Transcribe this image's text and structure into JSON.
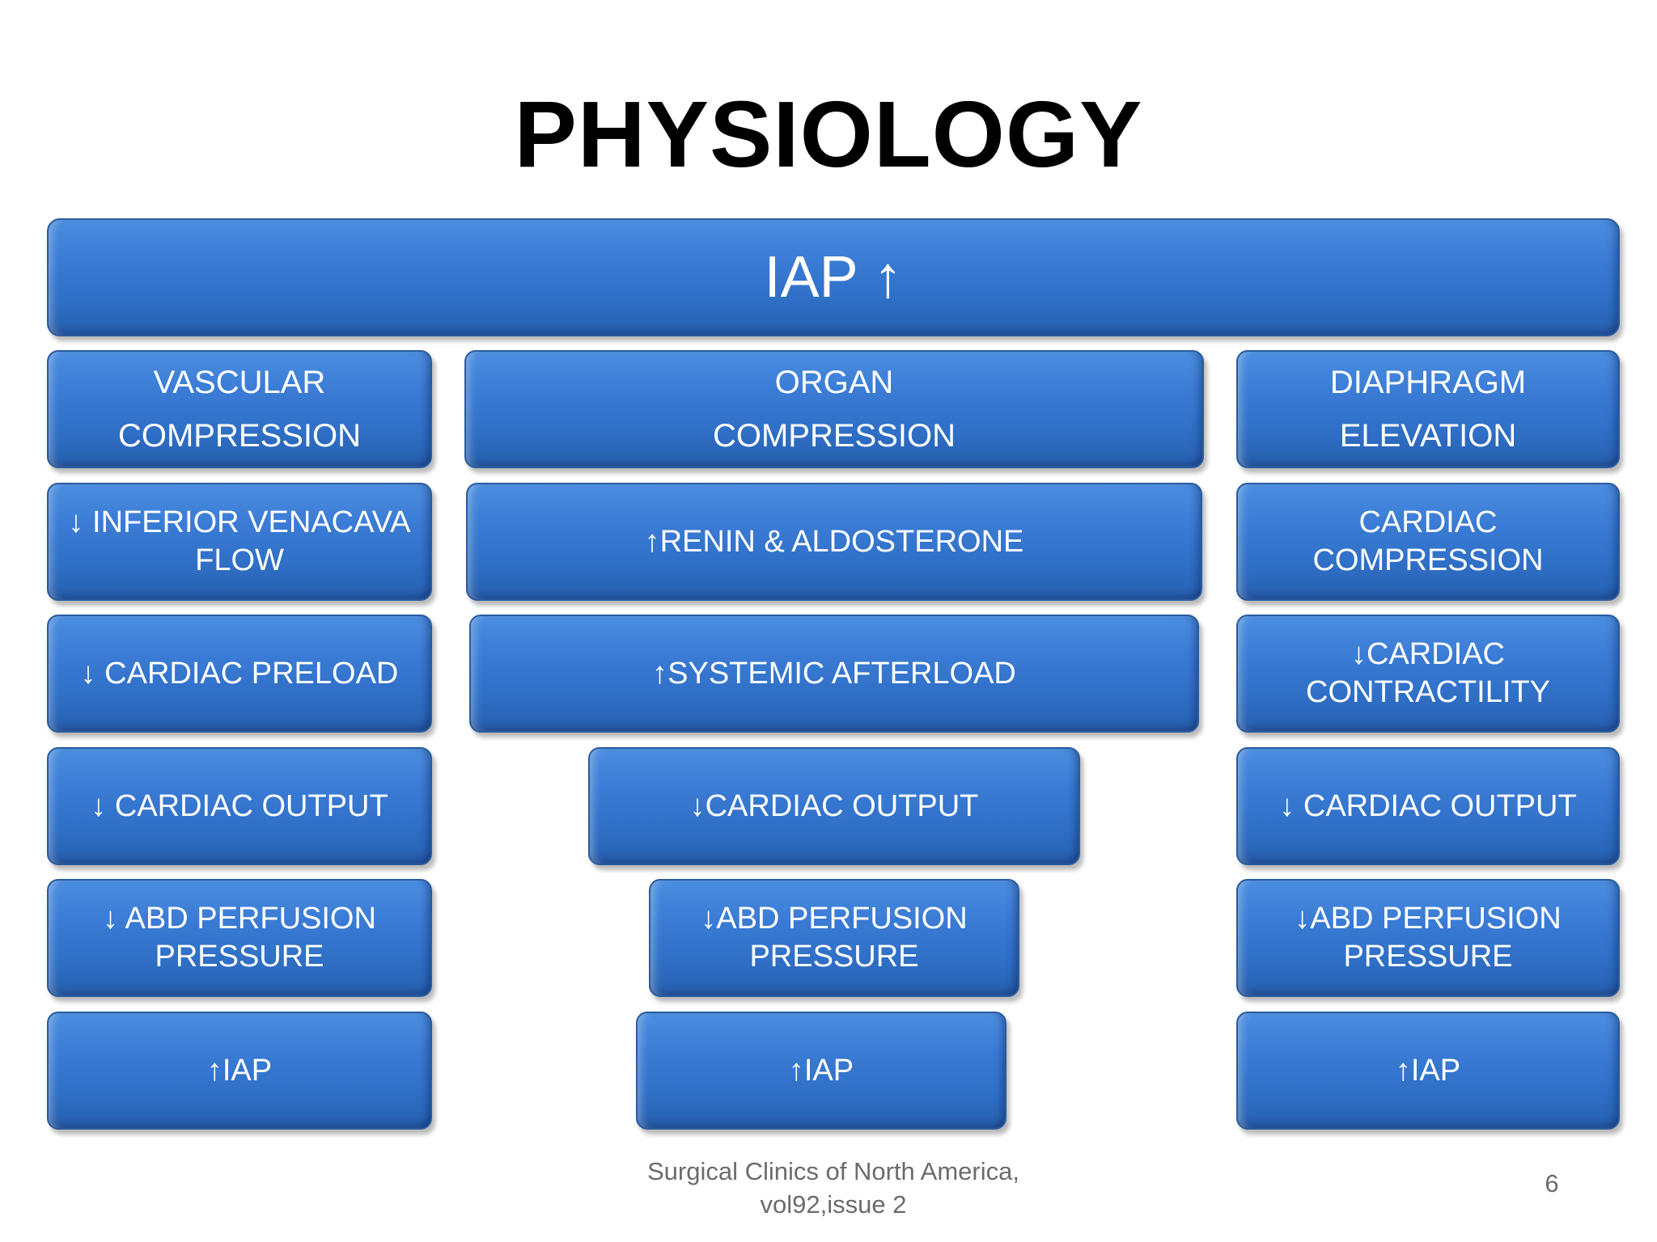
{
  "slide": {
    "title": "PHYSIOLOGY",
    "top_box": "IAP ↑",
    "columns": {
      "left": [
        "VASCULAR\nCOMPRESSION",
        "↓ INFERIOR VENACAVA\nFLOW",
        "↓ CARDIAC PRELOAD",
        "↓ CARDIAC OUTPUT",
        "↓ ABD  PERFUSION\nPRESSURE",
        "↑IAP"
      ],
      "middle": [
        "ORGAN\nCOMPRESSION",
        "↑RENIN & ALDOSTERONE",
        "↑SYSTEMIC AFTERLOAD",
        "↓CARDIAC  OUTPUT",
        "↓ABD  PERFUSION\nPRESSURE",
        "↑IAP"
      ],
      "right": [
        "DIAPHRAGM\nELEVATION",
        "CARDIAC COMPRESSION",
        "↓CARDIAC\nCONTRACTILITY",
        "↓  CARDIAC  OUTPUT",
        "↓ABD  PERFUSION\nPRESSURE",
        "↑IAP"
      ]
    },
    "citation": "Surgical Clinics of North America,\nvol92,issue 2",
    "page_number": "6"
  }
}
